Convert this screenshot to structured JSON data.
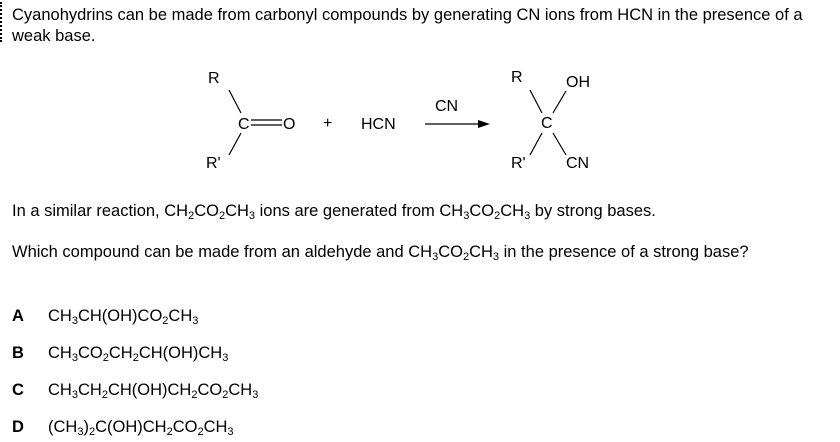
{
  "intro": "Cyanohydrins can be made from carbonyl compounds by generating CN  ions from HCN in the presence of a weak base.",
  "reaction": {
    "reactant_top": "R",
    "reactant_bottom": "R'",
    "carbonyl_c": "C",
    "carbonyl_o": "O",
    "plus": "+",
    "hcn": "HCN",
    "arrow_label": "CN",
    "product_r": "R",
    "product_oh": "OH",
    "product_c": "C",
    "product_r2": "R'",
    "product_cn": "CN"
  },
  "similar": {
    "part1": "In a similar reaction,  CH",
    "s1": "2",
    "part2": "CO",
    "s2": "2",
    "part3": "CH",
    "s3": "3",
    "part4": " ions are generated from CH",
    "s4": "3",
    "part5": "CO",
    "s5": "2",
    "part6": "CH",
    "s6": "3",
    "part7": " by strong bases."
  },
  "question": {
    "part1": "Which compound can be made from an aldehyde and CH",
    "s1": "3",
    "part2": "CO",
    "s2": "2",
    "part3": "CH",
    "s3": "3",
    "part4": " in the presence of a strong base?"
  },
  "options": {
    "A": {
      "letter": "A",
      "t1": "CH",
      "s1": "3",
      "t2": "CH(OH)CO",
      "s2": "2",
      "t3": "CH",
      "s3": "3"
    },
    "B": {
      "letter": "B",
      "t1": "CH",
      "s1": "3",
      "t2": "CO",
      "s2": "2",
      "t3": "CH",
      "s3": "2",
      "t4": "CH(OH)CH",
      "s4": "3"
    },
    "C": {
      "letter": "C",
      "t1": "CH",
      "s1": "3",
      "t2": "CH",
      "s2": "2",
      "t3": "CH(OH)CH",
      "s3": "2",
      "t4": "CO",
      "s4": "2",
      "t5": "CH",
      "s5": "3"
    },
    "D": {
      "letter": "D",
      "t1": "(CH",
      "s1": "3",
      "t2": ")",
      "s2": "2",
      "t3": "C(OH)CH",
      "s3": "2",
      "t4": "CO",
      "s4": "2",
      "t5": "CH",
      "s5": "3"
    }
  }
}
